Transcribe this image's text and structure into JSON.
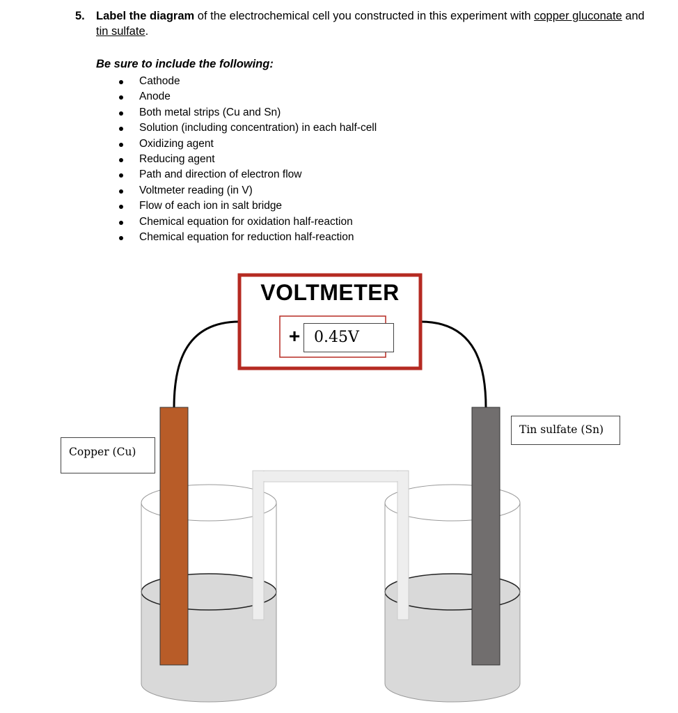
{
  "question": {
    "number": "5.",
    "bold_lead": "Label the diagram",
    "text_1": " of the electrochemical cell you constructed in this experiment with ",
    "underlined_1": "copper gluconate",
    "text_2": " and ",
    "underlined_2": "tin sulfate",
    "text_3": "."
  },
  "instructions": "Be sure to include the following:",
  "requirements": [
    "Cathode",
    "Anode",
    "Both metal strips (Cu and Sn)",
    "Solution (including concentration) in each half-cell",
    "Oxidizing agent",
    "Reducing agent",
    "Path and direction of electron flow",
    "Voltmeter reading (in V)",
    "Flow of each ion in salt bridge",
    "Chemical equation for oxidation half-reaction",
    "Chemical equation for reduction half-reaction"
  ],
  "diagram": {
    "voltmeter_title": "VOLTMETER",
    "voltmeter_sign": "+",
    "voltmeter_reading": "0.45V",
    "left_label": "Copper (Cu)",
    "right_label": "Tin sulfate (Sn)",
    "colors": {
      "voltmeter_border": "#b52a22",
      "copper_strip": "#b85c28",
      "tin_strip": "#716e6e",
      "solution": "#d9d9d9",
      "salt_bridge": "#eeeeee"
    }
  }
}
